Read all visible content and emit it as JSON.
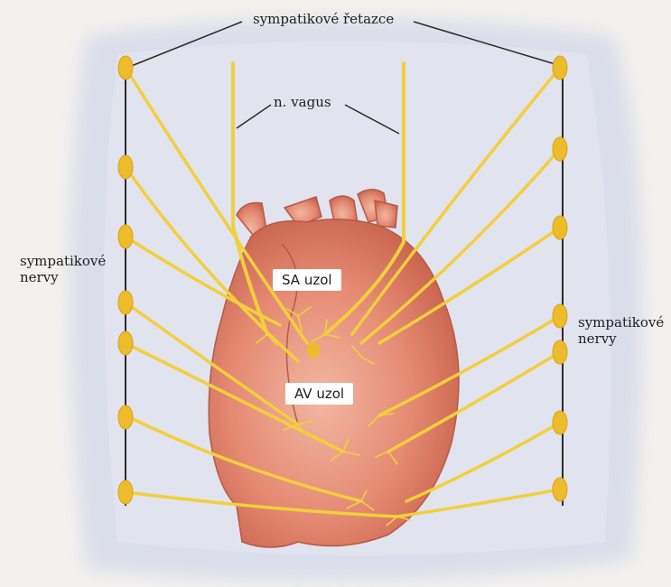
{
  "labels": {
    "sympathetic_chain": "sympatikové řetazce",
    "vagus": "n. vagus",
    "left_nerves": "sympatikové nervy",
    "right_nerves": "sympatikové nervy",
    "sa_node": "SA uzol",
    "av_node": "AV uzol"
  },
  "colors": {
    "nerve": "#f2cf3c",
    "ganglion": "#eebc2a",
    "heart": "#e58a73",
    "heart_dark": "#bd5a45",
    "halo": "#d9dcea"
  },
  "ganglia_per_chain": 7
}
